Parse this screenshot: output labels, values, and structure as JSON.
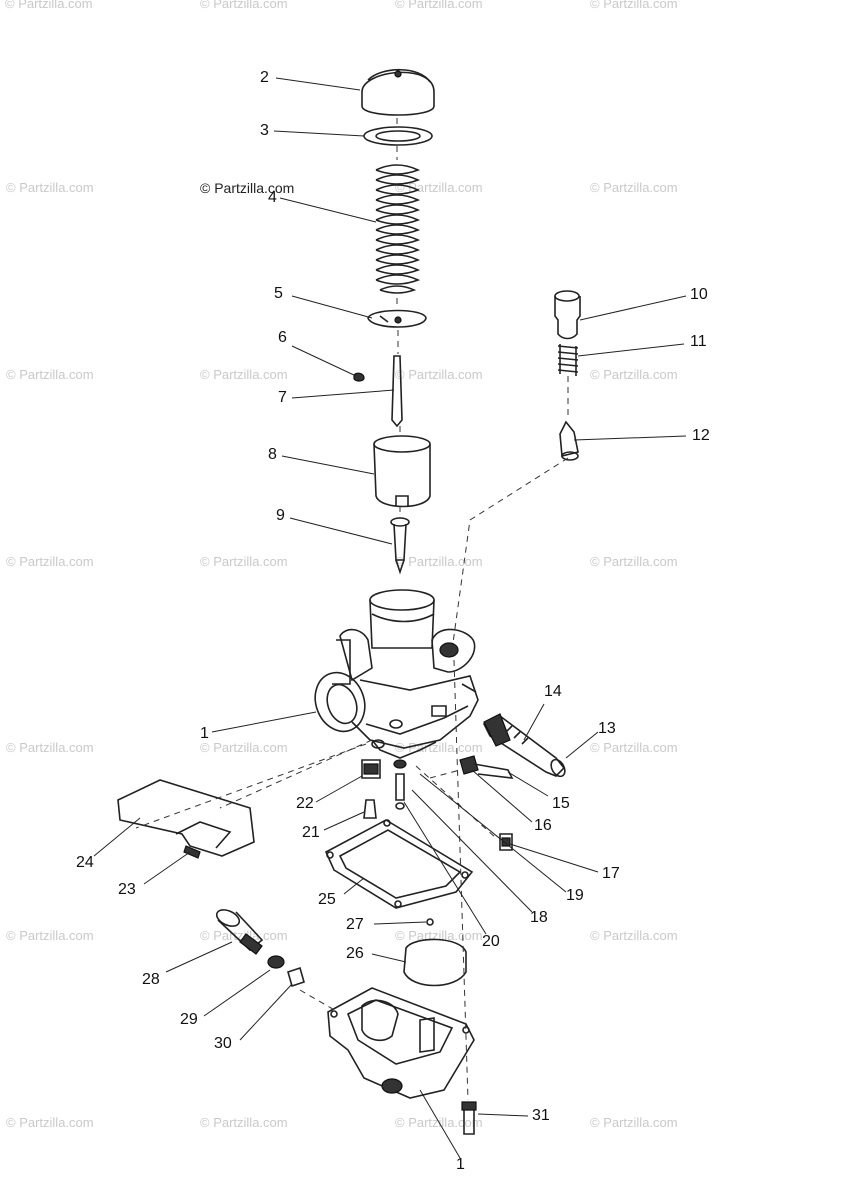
{
  "watermark_text": "© Partzilla.com",
  "callouts": {
    "c1": "1",
    "c1b": "1",
    "c2": "2",
    "c3": "3",
    "c4": "4",
    "c5": "5",
    "c6": "6",
    "c7": "7",
    "c8": "8",
    "c9": "9",
    "c10": "10",
    "c11": "11",
    "c12": "12",
    "c13": "13",
    "c14": "14",
    "c15": "15",
    "c16": "16",
    "c17": "17",
    "c18": "18",
    "c19": "19",
    "c20": "20",
    "c21": "21",
    "c22": "22",
    "c23": "23",
    "c24": "24",
    "c25": "25",
    "c26": "26",
    "c27": "27",
    "c28": "28",
    "c29": "29",
    "c30": "30",
    "c31": "31"
  }
}
